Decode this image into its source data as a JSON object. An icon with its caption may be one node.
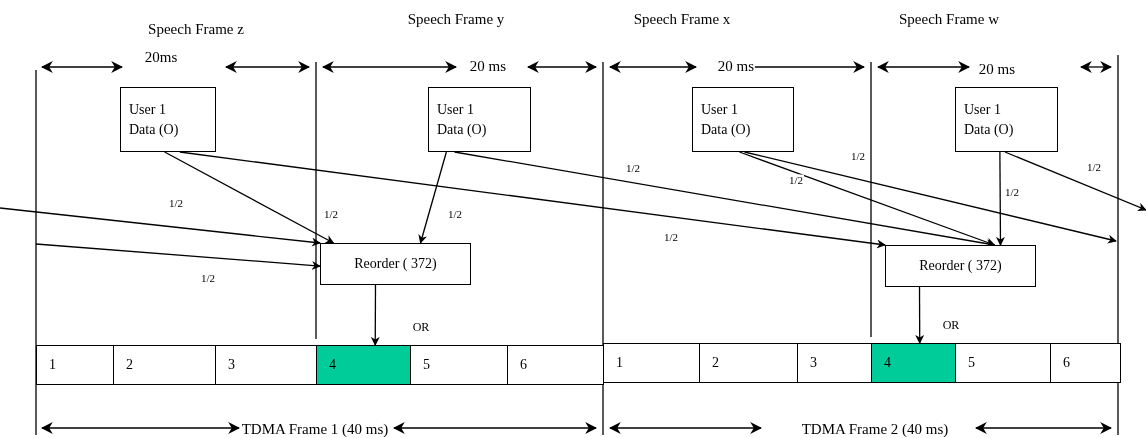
{
  "diagram": {
    "nodes": [
      {
        "text": [
          "User 1 Data (O)"
        ]
      },
      {
        "text": [
          "User 1 Data (O)"
        ]
      },
      {
        "text": [
          "User 1 Data (O)"
        ]
      },
      {
        "text": [
          "User 1 Data (O)"
        ]
      },
      {
        "text": [
          "Reorder ( 372)"
        ]
      },
      {
        "text": [
          "Reorder ( 372)"
        ]
      },
      {
        "text": [
          "1"
        ]
      },
      {
        "text": [
          "2"
        ]
      },
      {
        "text": [
          "3"
        ]
      },
      {
        "text": [
          "4"
        ]
      },
      {
        "text": [
          "5"
        ]
      },
      {
        "text": [
          "6"
        ]
      },
      {
        "text": [
          "1"
        ]
      },
      {
        "text": [
          "2"
        ]
      },
      {
        "text": [
          "3"
        ]
      },
      {
        "text": [
          "4"
        ]
      },
      {
        "text": [
          "5"
        ]
      },
      {
        "text": [
          "6"
        ]
      }
    ],
    "edges": [
      {
        "from": null,
        "to": 4,
        "arrow": "to"
      },
      {
        "from": null,
        "to": 4,
        "arrow": "to"
      },
      {
        "from": 0,
        "to": 4,
        "arrow": "to"
      },
      {
        "from": 0,
        "to": 5,
        "arrow": "to"
      },
      {
        "from": 1,
        "to": 5,
        "arrow": "to"
      },
      {
        "from": 1,
        "to": 4,
        "arrow": "to"
      },
      {
        "from": 2,
        "to": 5,
        "arrow": "to"
      },
      {
        "from": 2,
        "to": null,
        "arrow": "to"
      },
      {
        "from": 3,
        "to": 5,
        "arrow": "to"
      },
      {
        "from": 3,
        "to": null,
        "arrow": "to"
      },
      {
        "from": 4,
        "to": 9,
        "arrow": "to"
      },
      {
        "from": 5,
        "to": 15,
        "arrow": "to"
      }
    ],
    "labels": [
      "Speech Frame z",
      "Speech Frame y",
      "Speech Frame x",
      "Speech Frame w",
      "20ms",
      "20 ms",
      "20 ms",
      "20 ms",
      "1/2",
      "1/2",
      "1/2",
      "1/2",
      "1/2",
      "1/2",
      "1/2",
      "1/2",
      "1/2",
      "1/2",
      "OR",
      "OR",
      "TDMA Frame 1 (40 ms)",
      "TDMA Frame 2 (40 ms)"
    ]
  }
}
